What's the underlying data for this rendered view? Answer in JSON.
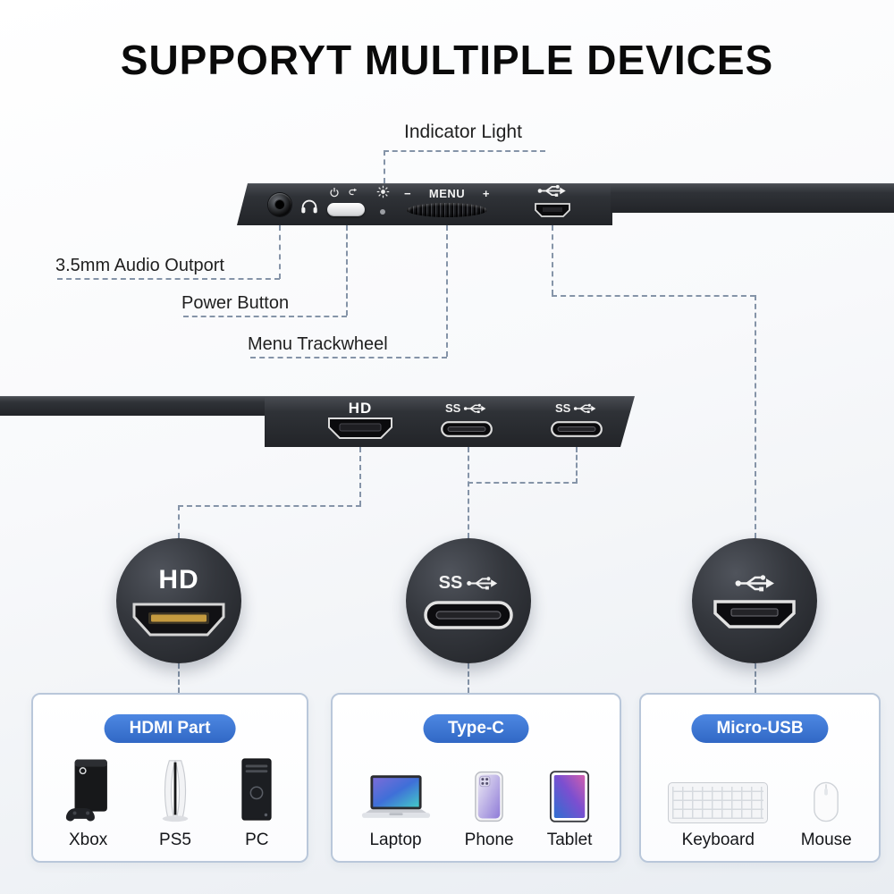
{
  "title": "SUPPORYT MULTIPLE DEVICES",
  "top_edge": {
    "indicator_label": "Indicator Light",
    "audio_label": "3.5mm Audio Outport",
    "power_label": "Power Button",
    "menu_label": "Menu Trackwheel",
    "menu": {
      "minus": "−",
      "text": "MENU",
      "plus": "+"
    }
  },
  "bottom_edge": {
    "hdmi_text": "HD",
    "ss_text": "SS"
  },
  "insets": {
    "hdmi": {
      "label": "HD"
    },
    "typec": {
      "label": "SS"
    }
  },
  "cards": [
    {
      "title": "HDMI Part",
      "items": [
        {
          "label": "Xbox"
        },
        {
          "label": "PS5"
        },
        {
          "label": "PC"
        }
      ]
    },
    {
      "title": "Type-C",
      "items": [
        {
          "label": "Laptop"
        },
        {
          "label": "Phone"
        },
        {
          "label": "Tablet"
        }
      ]
    },
    {
      "title": "Micro-USB",
      "items": [
        {
          "label": "Keyboard"
        },
        {
          "label": "Mouse"
        }
      ]
    }
  ],
  "colors": {
    "accent_blue": "#3b76d2",
    "device_dark": "#2c2f34",
    "dash_gray": "#8594a8"
  }
}
